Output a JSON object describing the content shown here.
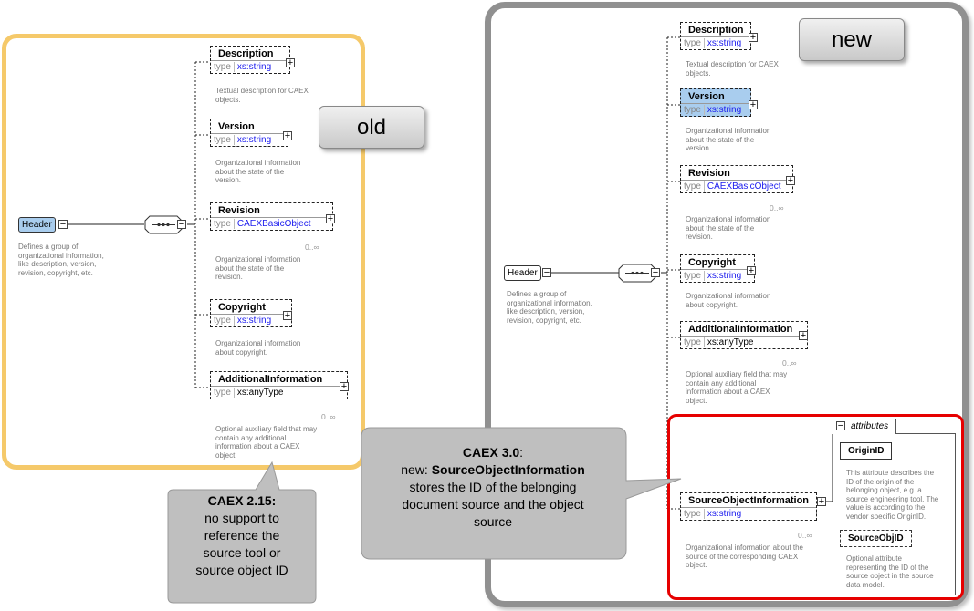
{
  "old": {
    "badge": "old",
    "header": {
      "name": "Header",
      "doc": [
        "Defines a group of",
        "organizational information,",
        "like description, version,",
        "revision, copyright, etc."
      ]
    },
    "elements": [
      {
        "name": "Description",
        "type_label": "type",
        "type": "xs:string",
        "doc": [
          "Textual description for CAEX",
          "objects."
        ]
      },
      {
        "name": "Version",
        "type_label": "type",
        "type": "xs:string",
        "doc": [
          "Organizational information",
          "about the state of the",
          "version."
        ]
      },
      {
        "name": "Revision",
        "type_label": "type",
        "type": "CAEXBasicObject",
        "card": "0..∞",
        "doc": [
          "Organizational information",
          "about the state of the",
          "revision."
        ]
      },
      {
        "name": "Copyright",
        "type_label": "type",
        "type": "xs:string",
        "doc": [
          "Organizational information",
          "about copyright."
        ]
      },
      {
        "name": "AdditionalInformation",
        "type_label": "type",
        "type": "xs:anyType",
        "card": "0..∞",
        "doc": [
          "Optional auxiliary field that may",
          "contain any additional",
          "information about a CAEX",
          "object."
        ]
      }
    ]
  },
  "new": {
    "badge": "new",
    "header": {
      "name": "Header",
      "doc": [
        "Defines a group of",
        "organizational information,",
        "like description, version,",
        "revision, copyright, etc."
      ]
    },
    "elements": [
      {
        "name": "Description",
        "type_label": "type",
        "type": "xs:string",
        "doc": [
          "Textual description for CAEX",
          "objects."
        ]
      },
      {
        "name": "Version",
        "type_label": "type",
        "type": "xs:string",
        "doc": [
          "Organizational information",
          "about the state of the",
          "version."
        ]
      },
      {
        "name": "Revision",
        "type_label": "type",
        "type": "CAEXBasicObject",
        "card": "0..∞",
        "doc": [
          "Organizational information",
          "about the state of the",
          "revision."
        ]
      },
      {
        "name": "Copyright",
        "type_label": "type",
        "type": "xs:string",
        "doc": [
          "Organizational information",
          "about copyright."
        ]
      },
      {
        "name": "AdditionalInformation",
        "type_label": "type",
        "type": "xs:anyType",
        "card": "0..∞",
        "doc": [
          "Optional auxiliary field that may",
          "contain any additional",
          "information about a CAEX",
          "object."
        ]
      },
      {
        "name": "SourceObjectInformation",
        "type_label": "type",
        "type": "xs:string",
        "card": "0..∞",
        "doc": [
          "Organizational information about the",
          "source of the corresponding CAEX",
          "object."
        ]
      }
    ],
    "attributes": {
      "title": "attributes",
      "items": [
        {
          "name": "OriginID",
          "doc": [
            "This attribute describes the",
            "ID of the origin of the",
            "belonging object, e.g. a",
            "source engineering tool. The",
            "value is according to the",
            "vendor specific OriginID."
          ]
        },
        {
          "name": "SourceObjID",
          "doc": [
            "Optional attribute",
            "representing the ID of the",
            "source object in the source",
            "data model."
          ]
        }
      ]
    }
  },
  "callout_old": {
    "title": "CAEX 2.15:",
    "lines": [
      "no support to",
      "reference the",
      "source tool or",
      "source object ID"
    ]
  },
  "callout_new": {
    "title": "CAEX 3.0",
    "title_suffix": ":",
    "new_prefix": "new: ",
    "new_bold": "SourceObjectInformation",
    "lines": [
      "stores the ID of the belonging",
      "document source and the object",
      "source"
    ]
  },
  "colors": {
    "old_border": "#f5c96a",
    "new_border": "#909090",
    "highlight": "#e60000",
    "type_blue": "#1a1aee",
    "header_fill": "#a9cdee"
  }
}
